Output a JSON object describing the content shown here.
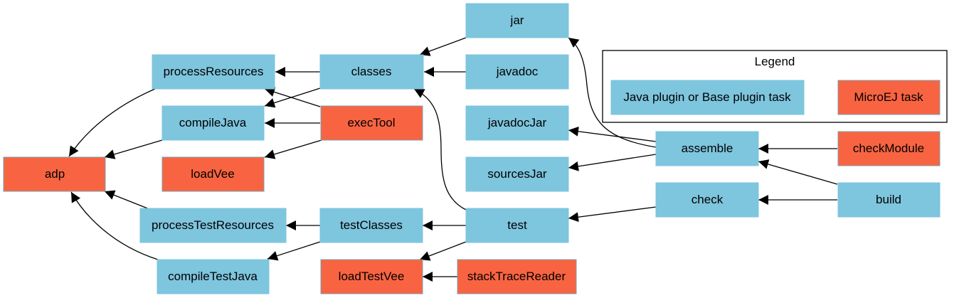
{
  "colors": {
    "java_task": "#7ec5de",
    "microej_task": "#f86442",
    "node_border": "#7a9fb0",
    "edge": "#000000",
    "legend_border": "#000000"
  },
  "nodes": {
    "jar": "jar",
    "processResources": "processResources",
    "classes": "classes",
    "javadoc": "javadoc",
    "compileJava": "compileJava",
    "execTool": "execTool",
    "javadocJar": "javadocJar",
    "assemble": "assemble",
    "checkModule": "checkModule",
    "adp": "adp",
    "loadVee": "loadVee",
    "sourcesJar": "sourcesJar",
    "check": "check",
    "build": "build",
    "processTestResources": "processTestResources",
    "testClasses": "testClasses",
    "test": "test",
    "compileTestJava": "compileTestJava",
    "loadTestVee": "loadTestVee",
    "stackTraceReader": "stackTraceReader"
  },
  "legend": {
    "title": "Legend",
    "java_task_label": "Java plugin or Base plugin task",
    "microej_task_label": "MicroEJ task"
  }
}
